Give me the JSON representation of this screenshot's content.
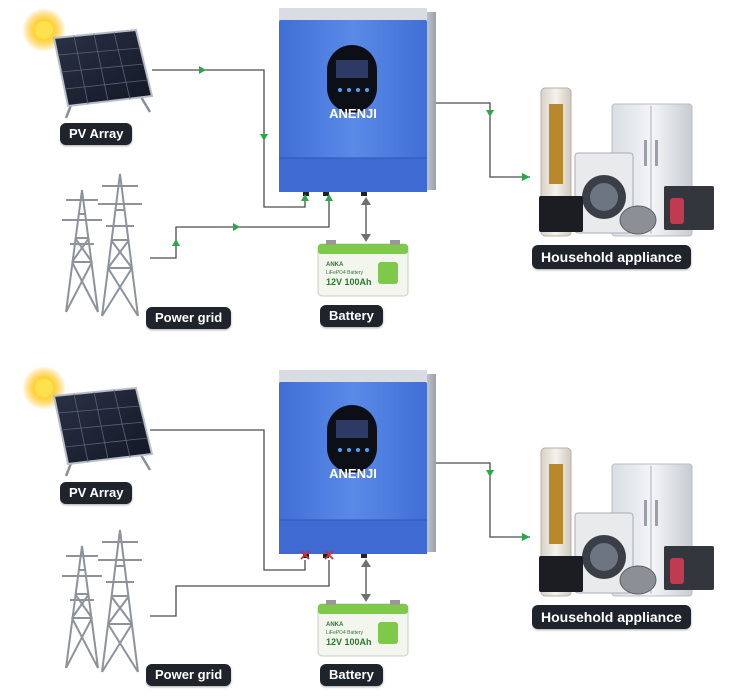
{
  "brand": "ANENJI",
  "battery_model": "12V 100Ah",
  "battery_type": "LiFePO4 Battery",
  "battery_logo": "ANKA",
  "colors": {
    "inverter": "#4d7ee0",
    "active_line": "#2aa84a",
    "idle_line": "#555555",
    "disconnect": "#d0312d",
    "pill": "#1f232b"
  },
  "panels": [
    {
      "id": "top",
      "labels": {
        "pv": "PV Array",
        "grid": "Power grid",
        "battery": "Battery",
        "load": "Household appliance"
      },
      "pv_to_inverter": "active",
      "grid_to_inverter": "active",
      "inverter_to_load": "active",
      "battery_link": "bidirectional"
    },
    {
      "id": "bottom",
      "labels": {
        "pv": "PV Array",
        "grid": "Power grid",
        "battery": "Battery",
        "load": "Household appliance"
      },
      "pv_to_inverter": "disconnected",
      "grid_to_inverter": "disconnected",
      "inverter_to_load": "active",
      "battery_link": "bidirectional"
    }
  ]
}
